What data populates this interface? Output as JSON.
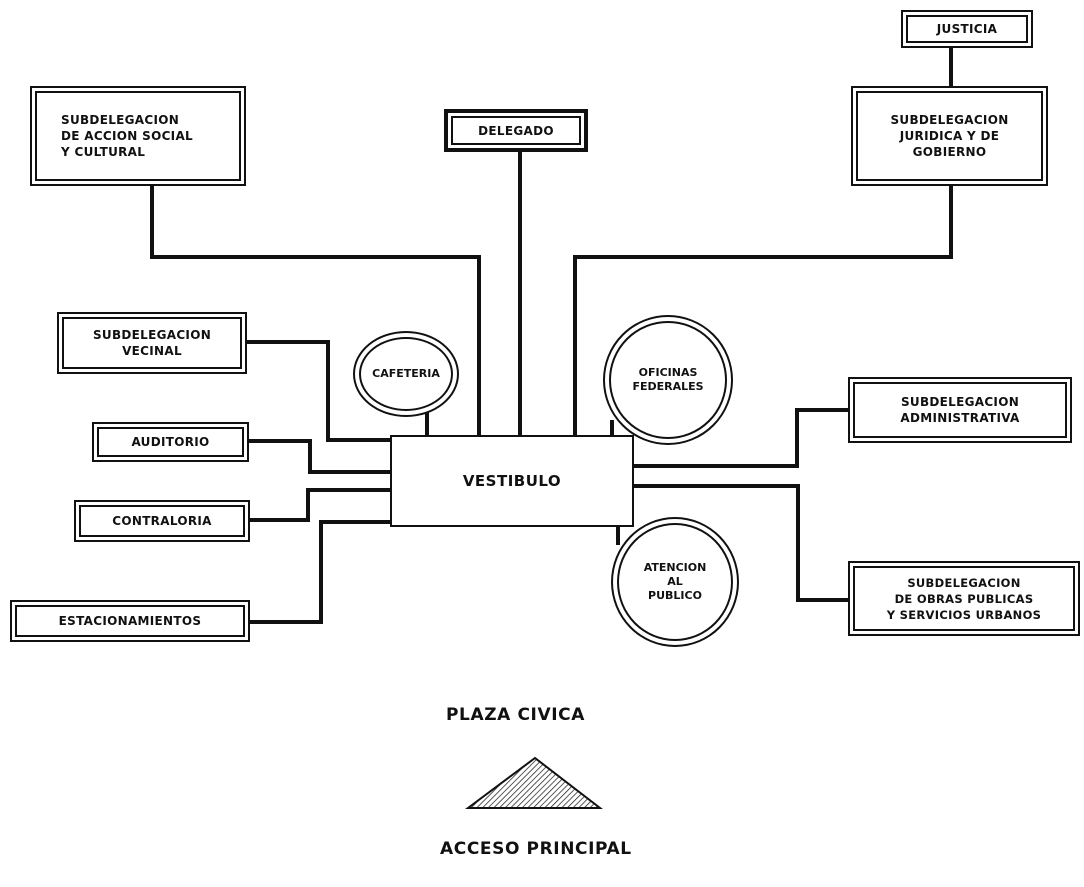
{
  "boxes": {
    "justicia": {
      "lines": [
        "JUSTICIA"
      ]
    },
    "accion_social": {
      "lines": [
        "SUBDELEGACION",
        "DE ACCION SOCIAL",
        "Y CULTURAL"
      ]
    },
    "delegado": {
      "lines": [
        "DELEGADO"
      ]
    },
    "juridica": {
      "lines": [
        "SUBDELEGACION",
        "JURIDICA Y DE",
        "GOBIERNO"
      ]
    },
    "vecinal": {
      "lines": [
        "SUBDELEGACION",
        "VECINAL"
      ]
    },
    "auditorio": {
      "lines": [
        "AUDITORIO"
      ]
    },
    "contraloria": {
      "lines": [
        "CONTRALORIA"
      ]
    },
    "estacionamientos": {
      "lines": [
        "ESTACIONAMIENTOS"
      ]
    },
    "administrativa": {
      "lines": [
        "SUBDELEGACION",
        "ADMINISTRATIVA"
      ]
    },
    "obras_publicas": {
      "lines": [
        "SUBDELEGACION",
        "DE OBRAS PUBLICAS",
        "Y SERVICIOS URBANOS"
      ]
    }
  },
  "circles": {
    "cafeteria": {
      "lines": [
        "CAFETERIA"
      ]
    },
    "oficinas_federales": {
      "lines": [
        "OFICINAS",
        "FEDERALES"
      ]
    },
    "atencion_publico": {
      "lines": [
        "ATENCION",
        "AL",
        "PUBLICO"
      ]
    }
  },
  "center": {
    "label": "VESTIBULO"
  },
  "captions": {
    "plaza": "PLAZA CIVICA",
    "acceso": "ACCESO PRINCIPAL"
  }
}
